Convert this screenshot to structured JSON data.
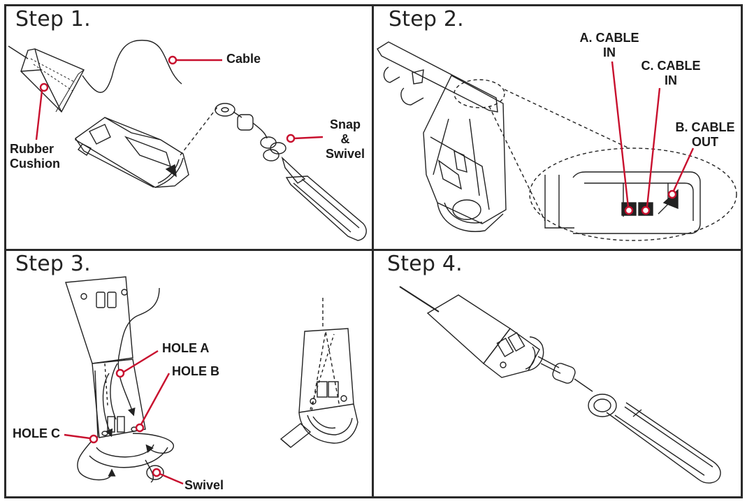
{
  "colors": {
    "callout_red": "#c8102e",
    "line": "#222222"
  },
  "steps": [
    {
      "title": "Step 1.",
      "labels": {
        "cable": "Cable",
        "rubber_1": "Rubber",
        "rubber_2": "Cushion",
        "snap_1": "Snap",
        "snap_2": "&",
        "snap_3": "Swivel"
      }
    },
    {
      "title": "Step 2.",
      "labels": {
        "a_1": "A. CABLE",
        "a_2": "IN",
        "c_1": "C. CABLE",
        "c_2": "IN",
        "b_1": "B. CABLE",
        "b_2": "OUT"
      }
    },
    {
      "title": "Step 3.",
      "labels": {
        "hole_a": "HOLE A",
        "hole_b": "HOLE B",
        "hole_c": "HOLE C",
        "swivel": "Swivel"
      }
    },
    {
      "title": "Step 4.",
      "labels": {}
    }
  ]
}
